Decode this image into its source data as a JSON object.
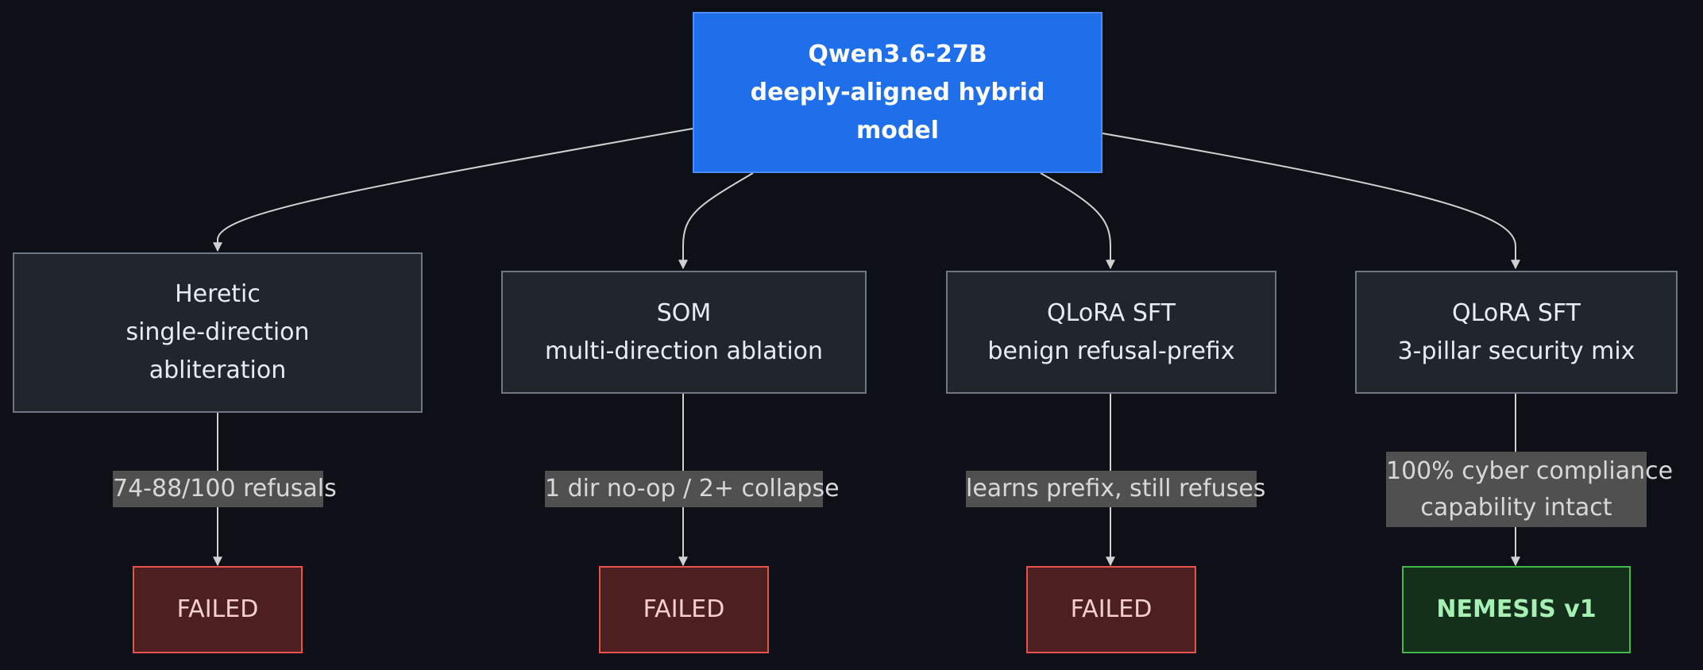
{
  "root": {
    "lines": [
      "Qwen3.6-27B",
      "deeply-aligned hybrid",
      "model"
    ]
  },
  "methods": [
    {
      "lines": [
        "Heretic",
        "single-direction",
        "abliteration"
      ]
    },
    {
      "lines": [
        "SOM",
        "multi-direction ablation"
      ]
    },
    {
      "lines": [
        "QLoRA SFT",
        "benign refusal-prefix"
      ]
    },
    {
      "lines": [
        "QLoRA SFT",
        "3-pillar security mix"
      ]
    }
  ],
  "edge_labels": [
    {
      "lines": [
        "74-88/100 refusals"
      ]
    },
    {
      "lines": [
        "1 dir no-op / 2+ collapse"
      ]
    },
    {
      "lines": [
        "learns prefix, still refuses"
      ]
    },
    {
      "lines": [
        "100% cyber compliance",
        "capability intact"
      ]
    }
  ],
  "outcomes": [
    {
      "label": "FAILED",
      "status": "failed"
    },
    {
      "label": "FAILED",
      "status": "failed"
    },
    {
      "label": "FAILED",
      "status": "failed"
    },
    {
      "label": "NEMESIS v1",
      "status": "success"
    }
  ],
  "colors": {
    "background": "#0d1117",
    "root": "#1f6feb",
    "method": "#21262d",
    "failed": "#4d1f20",
    "success": "#14301b",
    "edge": "#d0d0d0"
  }
}
